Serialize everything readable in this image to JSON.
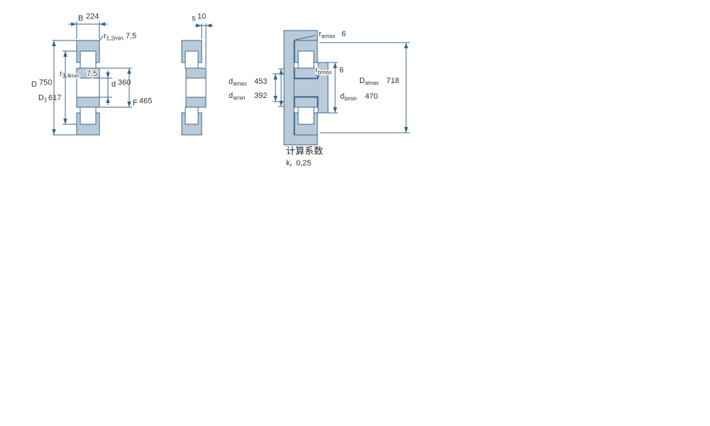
{
  "figure": {
    "type": "bearing-dimension-drawing",
    "views": [
      "cross-section",
      "separable-ring-section",
      "abutment-dimensions"
    ]
  },
  "dims": {
    "B": {
      "base": "B",
      "sub": "",
      "value": "224"
    },
    "r12": {
      "base": "r",
      "sub": "1,2min",
      "value": "7,5"
    },
    "r34": {
      "base": "r",
      "sub": "3,4min",
      "value": "7,5"
    },
    "d": {
      "base": "d",
      "sub": "",
      "value": "360"
    },
    "D": {
      "base": "D",
      "sub": "",
      "value": "750"
    },
    "D1": {
      "base": "D",
      "sub": "1",
      "value": "617"
    },
    "F": {
      "base": "F",
      "sub": "",
      "value": "465"
    },
    "s": {
      "base": "s",
      "sub": "",
      "value": "10"
    },
    "ra": {
      "base": "r",
      "sub": "amax",
      "value": "6"
    },
    "rb": {
      "base": "r",
      "sub": "bmax",
      "value": "6"
    },
    "damax": {
      "base": "d",
      "sub": "amax",
      "value": "453"
    },
    "damin": {
      "base": "d",
      "sub": "amin",
      "value": "392"
    },
    "dbmin": {
      "base": "d",
      "sub": "bmin",
      "value": "470"
    },
    "Damax": {
      "base": "D",
      "sub": "amax",
      "value": "718"
    },
    "kr": {
      "base": "k",
      "sub": "r",
      "value": "0,25"
    }
  },
  "sections": {
    "calc_factors_title": "计算系数"
  },
  "colors": {
    "section_fill": "#b9cbd8",
    "line": "#39648c",
    "text": "#333333",
    "background": "#ffffff"
  }
}
